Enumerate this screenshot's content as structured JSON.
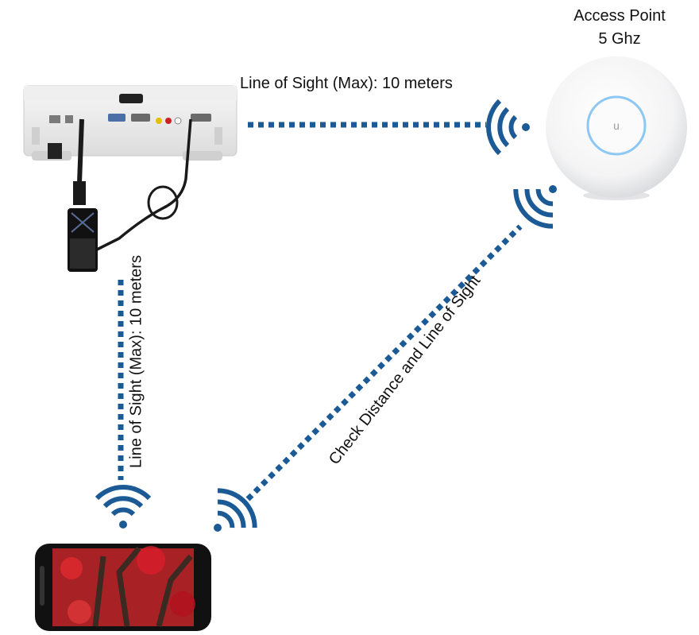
{
  "access_point": {
    "title": "Access Point",
    "band": "5 Ghz"
  },
  "links": {
    "projector_to_ap": "Line of Sight (Max): 10 meters",
    "projector_to_phone": "Line of Sight (Max): 10 meters",
    "phone_to_ap": "Check Distance and Line of Sight"
  },
  "colors": {
    "link": "#1b5a95",
    "wifi": "#1b5a95",
    "leaves": "#c0192a"
  },
  "icons": [
    "wifi-icon",
    "projector-icon",
    "access-point-icon",
    "smartphone-icon"
  ]
}
